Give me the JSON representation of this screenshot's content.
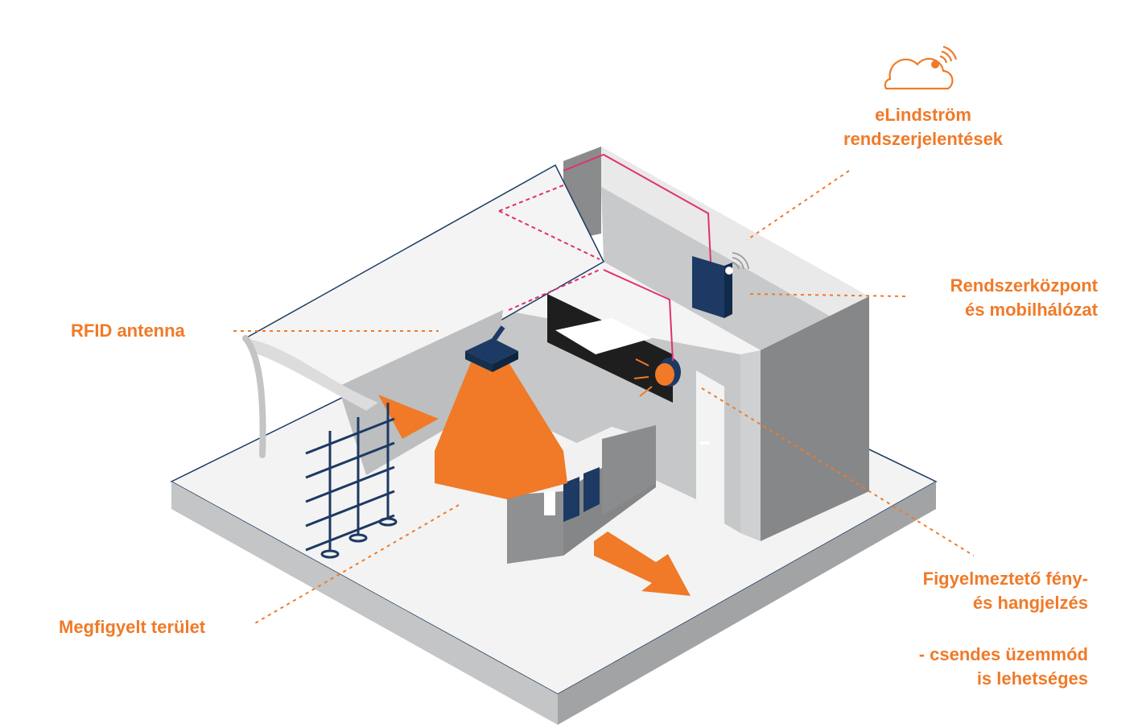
{
  "labels": {
    "cloud_reports": [
      "eLindström",
      "rendszerjelentések"
    ],
    "system_center": [
      "Rendszerközpont",
      "és mobilhálózat"
    ],
    "rfid_antenna": "RFID antenna",
    "monitored_area": "Megfigyelt terület",
    "warning": [
      "Figyelmeztető fény-",
      "és hangjelzés"
    ],
    "silent_mode": [
      "- csendes üzemmód",
      "is lehetséges"
    ]
  },
  "colors": {
    "accent_orange": "#f07a28",
    "navy": "#1c3a63",
    "wall_light": "#c9cacb",
    "wall_mid": "#a9aaab",
    "wall_dark": "#87888a",
    "floor": "#f2f2f2",
    "cable_pink": "#e0306e"
  },
  "icons": {
    "cloud": "cloud-icon",
    "wifi": "wifi-signal-icon",
    "exit_arrow": "arrow-icon"
  }
}
